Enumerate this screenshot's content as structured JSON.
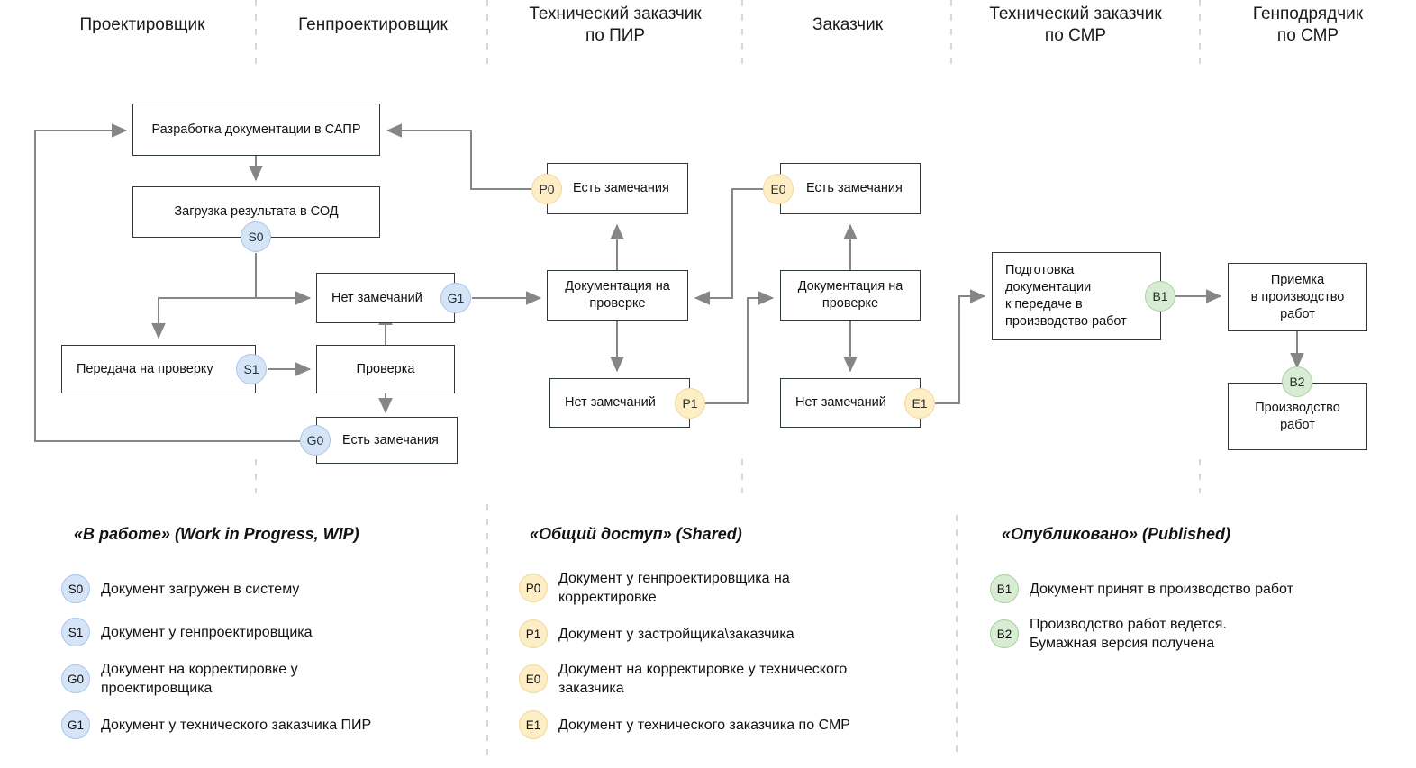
{
  "lanes": [
    {
      "id": "designer",
      "title": "Проектировщик"
    },
    {
      "id": "general-designer",
      "title": "Генпроектировщик"
    },
    {
      "id": "tech-customer-pir",
      "title": "Технический заказчик\nпо ПИР"
    },
    {
      "id": "customer",
      "title": "Заказчик"
    },
    {
      "id": "tech-customer-smr",
      "title": "Технический заказчик\nпо СМР"
    },
    {
      "id": "general-contractor-smr",
      "title": "Генподрядчик\nпо СМР"
    }
  ],
  "nodes": {
    "cad_development": "Разработка документации в САПР",
    "upload_to_cde": "Загрузка результата в СОД",
    "transfer_to_check": "Передача на проверку",
    "no_remarks_g1": "Нет замечаний",
    "check": "Проверка",
    "has_remarks_g0": "Есть замечания",
    "has_remarks_p0": "Есть замечания",
    "docs_on_review_pir": "Документация на\nпроверке",
    "no_remarks_p1": "Нет замечаний",
    "has_remarks_e0": "Есть замечания",
    "docs_on_review_customer": "Документация на\nпроверке",
    "no_remarks_e1": "Нет замечаний",
    "prepare_for_production": "Подготовка\nдокументации\nк передаче в\nпроизводство работ",
    "acceptance_production": "Приемка\nв производство\nработ",
    "production_works": "Производство\nработ"
  },
  "status_markers": {
    "s0": "S0",
    "s1": "S1",
    "g0": "G0",
    "g1": "G1",
    "p0": "P0",
    "p1": "P1",
    "e0": "E0",
    "e1": "E1",
    "b1": "B1",
    "b2": "B2"
  },
  "legend": {
    "columns": [
      {
        "id": "wip",
        "title": "«В работе» (Work in Progress, WIP)",
        "color": "#d6e4f7",
        "items": [
          {
            "code": "S0",
            "text": "Документ загружен в систему"
          },
          {
            "code": "S1",
            "text": "Документ у генпроектировщика"
          },
          {
            "code": "G0",
            "text": "Документ на корректировке у\nпроектировщика"
          },
          {
            "code": "G1",
            "text": "Документ у технического заказчика ПИР"
          }
        ]
      },
      {
        "id": "shared",
        "title": "«Общий доступ» (Shared)",
        "color": "#fdeec5",
        "items": [
          {
            "code": "P0",
            "text": "Документ у генпроектировщика на\nкорректировке"
          },
          {
            "code": "P1",
            "text": "Документ у застройщика\\заказчика"
          },
          {
            "code": "E0",
            "text": "Документ на корректировке у технического\nзаказчика"
          },
          {
            "code": "E1",
            "text": "Документ у технического заказчика по СМР"
          }
        ]
      },
      {
        "id": "published",
        "title": "«Опубликовано» (Published)",
        "color": "#d8ebd3",
        "items": [
          {
            "code": "B1",
            "text": "Документ принят в производство работ"
          },
          {
            "code": "B2",
            "text": "Производство работ ведется.\nБумажная версия получена"
          }
        ]
      }
    ]
  },
  "colors": {
    "wip": "#d6e4f7",
    "wip_border": "#aac5e9",
    "shared": "#fdeec5",
    "shared_border": "#f0d89b",
    "published": "#d8ebd3",
    "published_border": "#a9d0a1",
    "node_border": "#2f3a3f",
    "connector": "#868686",
    "lane_divider": "#cfcfcf"
  }
}
